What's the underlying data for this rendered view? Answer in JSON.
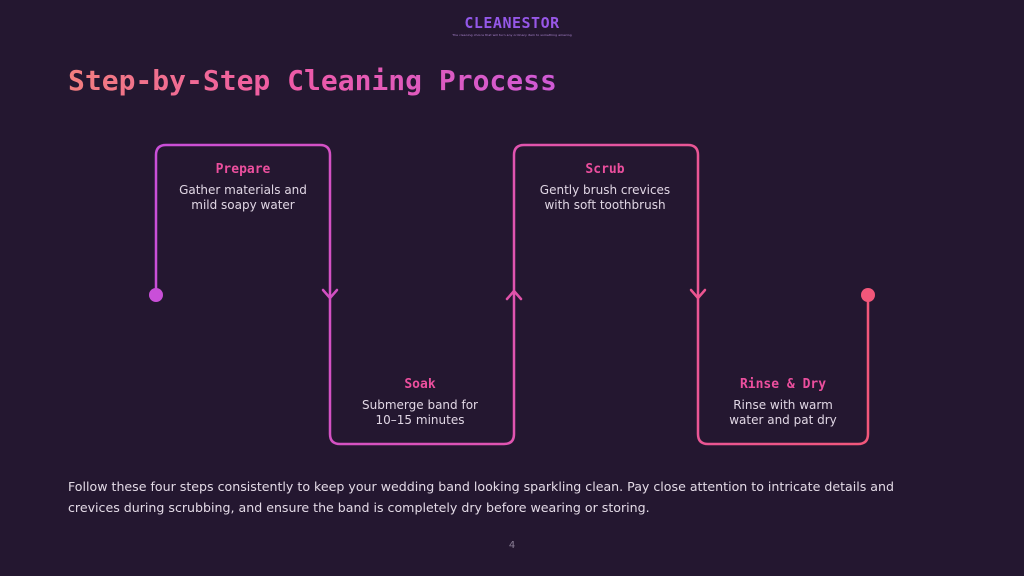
{
  "brand": {
    "name": "CLEANESTOR",
    "tagline": "The cleaning choice that will turn any ordinary item to something amazing"
  },
  "title": "Step-by-Step Cleaning Process",
  "steps": [
    {
      "title": "Prepare",
      "description": "Gather materials and mild soapy water"
    },
    {
      "title": "Soak",
      "description": "Submerge band for 10–15 minutes"
    },
    {
      "title": "Scrub",
      "description": "Gently brush crevices with soft toothbrush"
    },
    {
      "title": "Rinse & Dry",
      "description": "Rinse with warm water and pat dry"
    }
  ],
  "summary": "Follow these four steps consistently to keep your wedding band looking sparkling clean. Pay close attention to intricate details and crevices during scrubbing, and ensure the band is completely dry before wearing or storing.",
  "page_number": "4",
  "colors": {
    "background": "#241730",
    "start": "#c94fd8",
    "end": "#f2577a",
    "step_title": "#ec4f9e"
  }
}
